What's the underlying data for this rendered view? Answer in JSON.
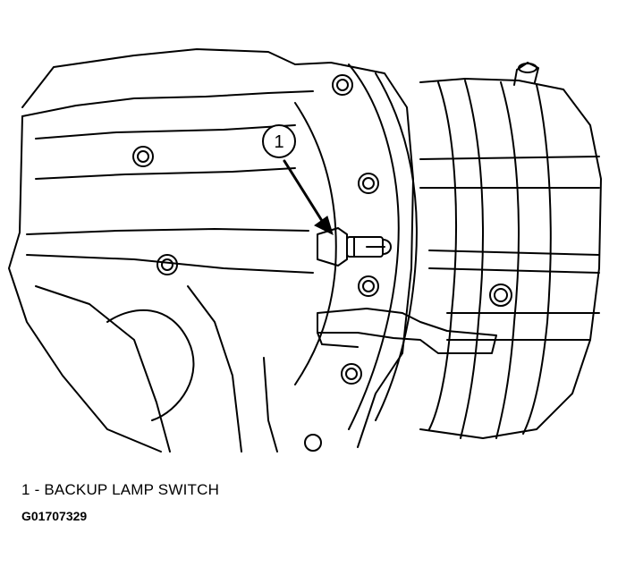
{
  "callout": {
    "number": "1"
  },
  "legend": {
    "text": "1 - BACKUP LAMP SWITCH"
  },
  "figure_id": "G01707329",
  "colors": {
    "line": "#000000",
    "background": "#ffffff"
  }
}
